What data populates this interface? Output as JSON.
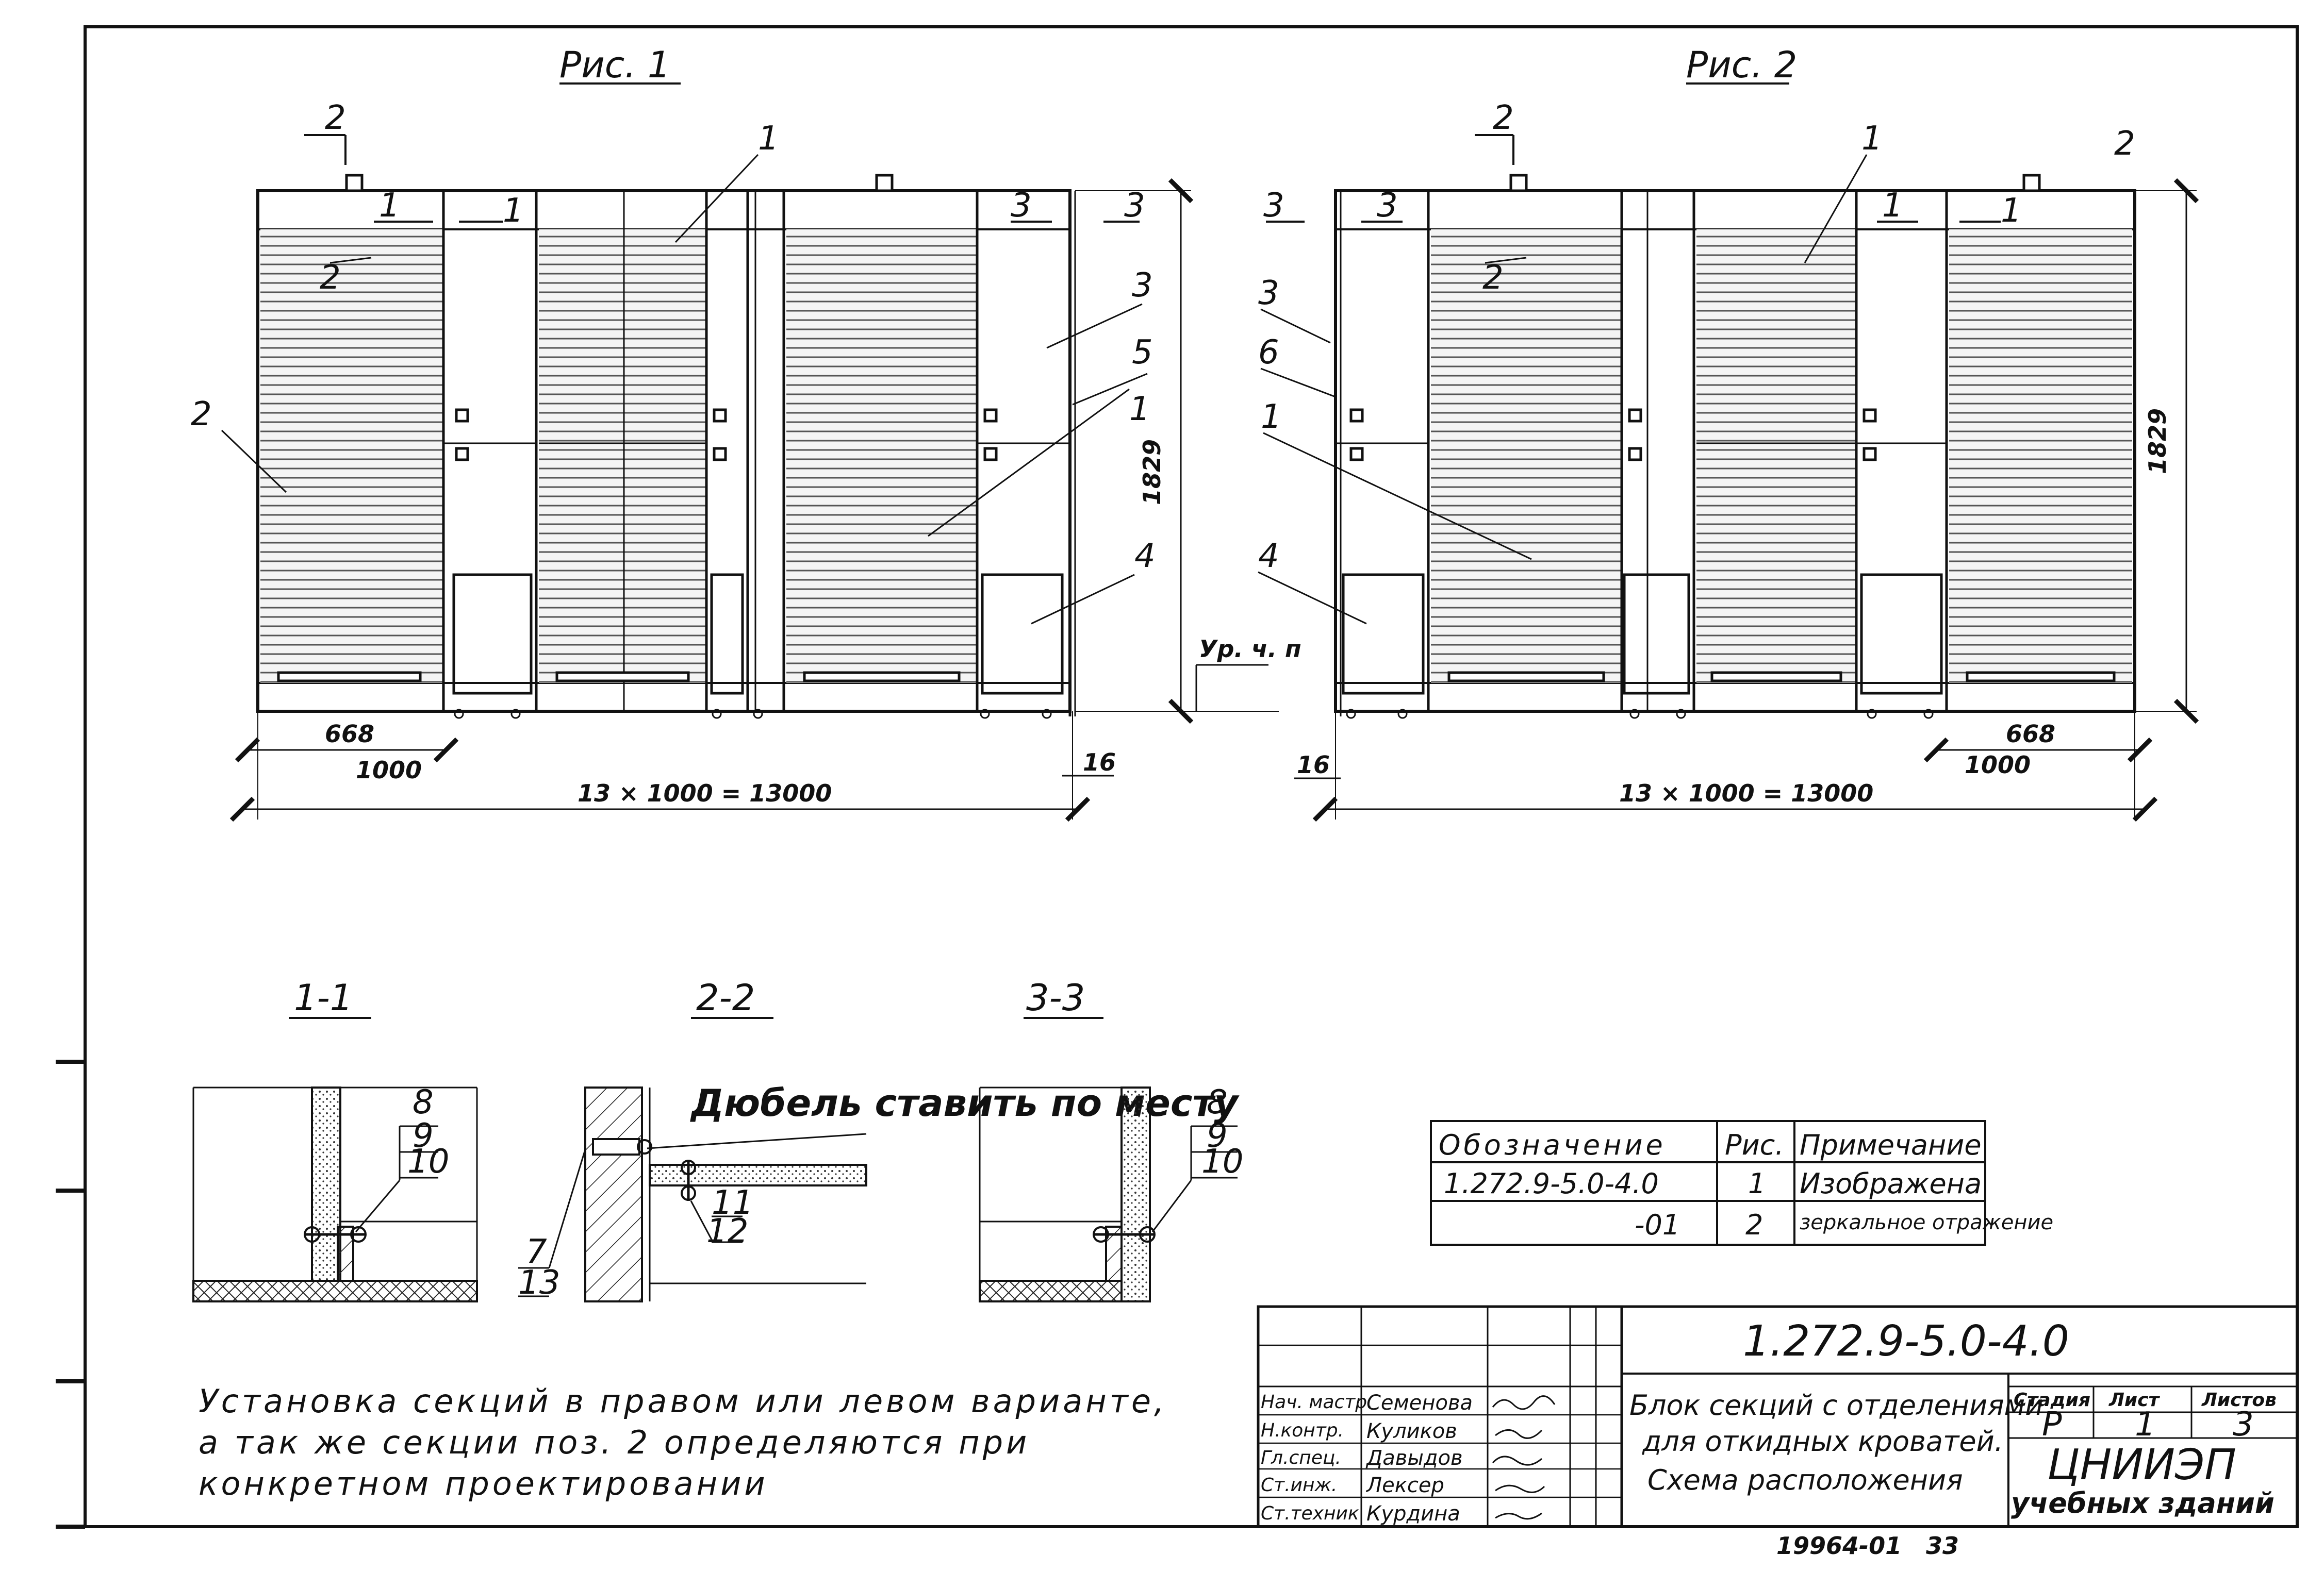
{
  "figures": {
    "fig1": {
      "caption": "Рис. 1",
      "dims": {
        "section_width": "668",
        "module": "1000",
        "total": "13 × 1000 = 13000",
        "height": "1829",
        "gap": "16",
        "floor_level": "Ур. ч. п"
      },
      "section_marks": [
        "2",
        "1",
        "1",
        "3",
        "3"
      ],
      "labels": [
        "1",
        "1",
        "2",
        "2",
        "3",
        "5",
        "1",
        "4"
      ]
    },
    "fig2": {
      "caption": "Рис. 2",
      "dims": {
        "section_width": "668",
        "module": "1000",
        "total": "13 × 1000 = 13000",
        "height": "1829",
        "gap": "16"
      },
      "section_marks": [
        "3",
        "3",
        "2",
        "1",
        "1"
      ],
      "labels": [
        "1",
        "2",
        "2",
        "3",
        "6",
        "1",
        "4"
      ]
    }
  },
  "sections": {
    "s11": {
      "title": "1-1",
      "labels": [
        "8",
        "9",
        "10"
      ]
    },
    "s22": {
      "title": "2-2",
      "note": "Дюбель ставить по месту",
      "labels": [
        "11",
        "12",
        "7",
        "13"
      ]
    },
    "s33": {
      "title": "3-3",
      "labels": [
        "8",
        "9",
        "10"
      ]
    }
  },
  "spec_table": {
    "headers": [
      "Обозначение",
      "Рис.",
      "Примечание"
    ],
    "rows": [
      [
        "1.272.9-5.0-4.0",
        "1",
        "Изображена"
      ],
      [
        "-01",
        "2",
        "зеркальное отражение"
      ]
    ]
  },
  "note_lines": [
    "Установка секций в правом или левом варианте,",
    "а так же секции поз. 2 определяются при",
    "конкретном проектировании"
  ],
  "title_block": {
    "code": "1.272.9-5.0-4.0",
    "title_lines": [
      "Блок секций с отделениями",
      "для откидных кроватей.",
      "Схема расположения"
    ],
    "roles": [
      {
        "role": "Нач. мастр.",
        "name": "Семенова"
      },
      {
        "role": "Н.контр.",
        "name": "Куликов"
      },
      {
        "role": "Гл.спец.",
        "name": "Давыдов"
      },
      {
        "role": "Ст.инж.",
        "name": "Лексер"
      },
      {
        "role": "Ст.техник",
        "name": "Курдина"
      }
    ],
    "stage_headers": [
      "Стадия",
      "Лист",
      "Листов"
    ],
    "stage_values": [
      "Р",
      "1",
      "3"
    ],
    "org_line1": "ЦНИИЭП",
    "org_line2": "учебных зданий"
  },
  "footer": {
    "inventory": "19964-01",
    "page": "33"
  }
}
